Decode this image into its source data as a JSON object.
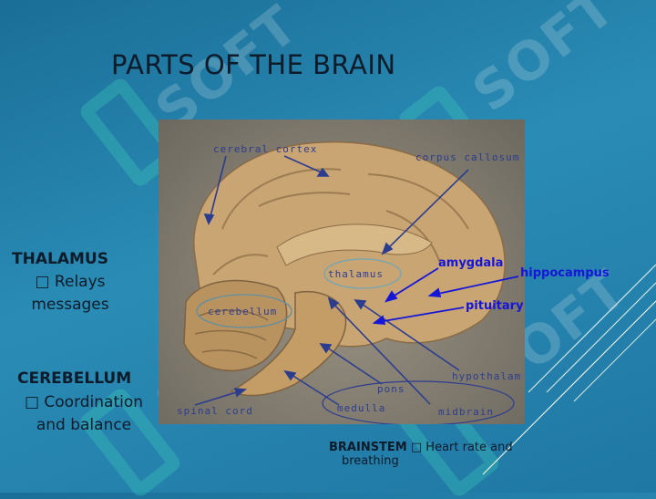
{
  "slide": {
    "title": "PARTS OF THE BRAIN",
    "watermark_text": "SOFT"
  },
  "image_labels": {
    "cerebral_cortex": "cerebral cortex",
    "corpus_callosum": "corpus callosum",
    "thalamus": "thalamus",
    "cerebellum": "cerebellum",
    "spinal_cord": "spinal cord",
    "medulla": "medulla",
    "pons": "pons",
    "midbrain": "midbrain",
    "hypothalam": "hypothalam",
    "amygdala": "amygdala",
    "hippocampus": "hippocampus",
    "pituitary": "pituitary"
  },
  "thalamus_note": {
    "heading": "THALAMUS",
    "line1": " Relays",
    "line2": "messages"
  },
  "cerebellum_note": {
    "heading": "CEREBELLUM",
    "line1": " Coordination",
    "line2": "and balance"
  },
  "brainstem_note": {
    "heading": "BRAINSTEM",
    "text": " Heart rate and",
    "text2": "breathing"
  },
  "colors": {
    "background": "#1f7aa6",
    "label_blue": "#2c3d8f",
    "bold_label_blue": "#1616d8",
    "title": "#0d1b2a"
  }
}
